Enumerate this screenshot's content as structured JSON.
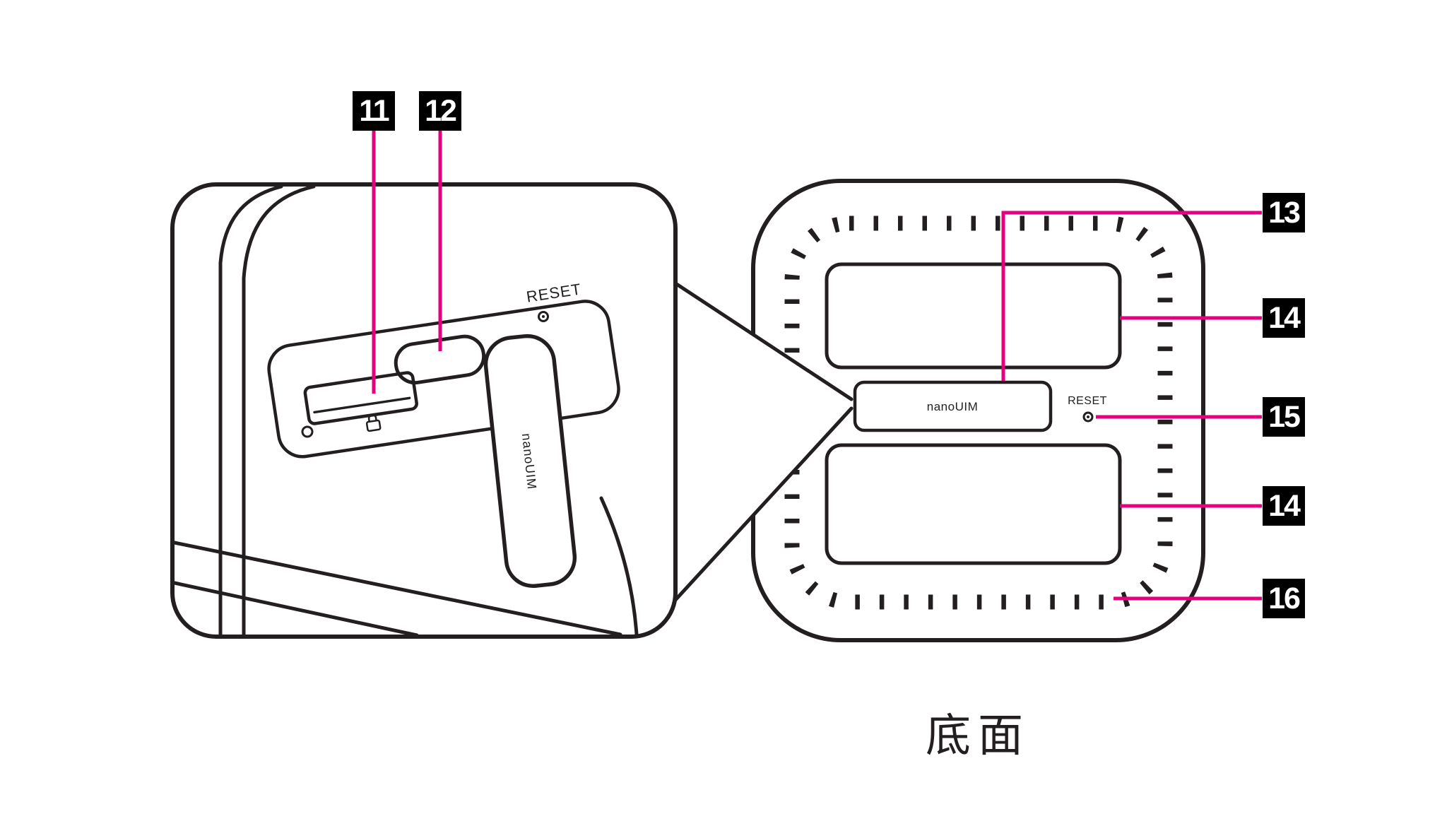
{
  "figure": {
    "colors": {
      "line": "#231f20",
      "callout": "#e4007f",
      "badge_bg": "#000000",
      "badge_fg": "#ffffff",
      "background": "#ffffff"
    },
    "detail_view": {
      "reset_label": "RESET",
      "flap_label": "nanoUIM"
    },
    "bottom_view": {
      "reset_label": "RESET",
      "cover_label": "nanoUIM",
      "caption": "底面"
    },
    "callouts": [
      {
        "label": "11"
      },
      {
        "label": "12"
      },
      {
        "label": "13"
      },
      {
        "label": "14"
      },
      {
        "label": "15"
      },
      {
        "label": "14"
      },
      {
        "label": "16"
      }
    ]
  }
}
